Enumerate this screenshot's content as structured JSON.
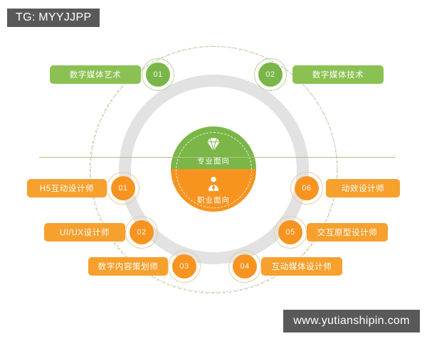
{
  "watermarks": {
    "top_left": "TG: MYYJJPP",
    "bottom_right": "www.yutianshipin.com"
  },
  "center": {
    "top": {
      "label": "专业面向",
      "icon": "diamond-icon",
      "color": "#7ab648"
    },
    "bottom": {
      "label": "职业面向",
      "icon": "person-tie-icon",
      "color": "#f79420"
    }
  },
  "colors": {
    "green": "#7ab648",
    "green_pill": "#8bc152",
    "orange": "#f79420",
    "orange_pill": "#f6a02e",
    "ring_gray": "#e2e2e2",
    "dashed": "#c9c9ae",
    "divider": "#b5bf83",
    "watermark_bg": "#595959"
  },
  "top_nodes": [
    {
      "num": "01",
      "label": "数字媒体艺术"
    },
    {
      "num": "02",
      "label": "数字媒体技术"
    }
  ],
  "bottom_nodes": [
    {
      "num": "01",
      "label": "H5互动设计师"
    },
    {
      "num": "02",
      "label": "UI/UX设计师"
    },
    {
      "num": "03",
      "label": "数字内容策划师"
    },
    {
      "num": "04",
      "label": "互动媒体设计师"
    },
    {
      "num": "05",
      "label": "交互原型设计师"
    },
    {
      "num": "06",
      "label": "动效设计师"
    }
  ]
}
